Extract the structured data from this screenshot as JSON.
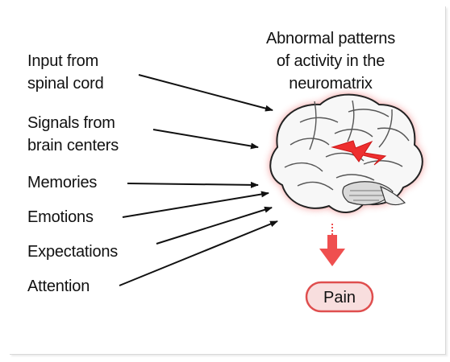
{
  "title": "Abnormal patterns\nof activity in the\nneuromatrix",
  "inputs": [
    {
      "label": "Input from\nspinal cord"
    },
    {
      "label": "Signals from\nbrain centers"
    },
    {
      "label": "Memories"
    },
    {
      "label": "Emotions"
    },
    {
      "label": "Expectations"
    },
    {
      "label": "Attention"
    }
  ],
  "output": "Pain",
  "colors": {
    "brain_fill": "#f7f7f7",
    "brain_outline": "#222222",
    "glow": "#ef7a7a",
    "arrow_red": "#ef4f4f",
    "pain_fill": "#f8dede",
    "pain_border": "#df4e4e"
  }
}
